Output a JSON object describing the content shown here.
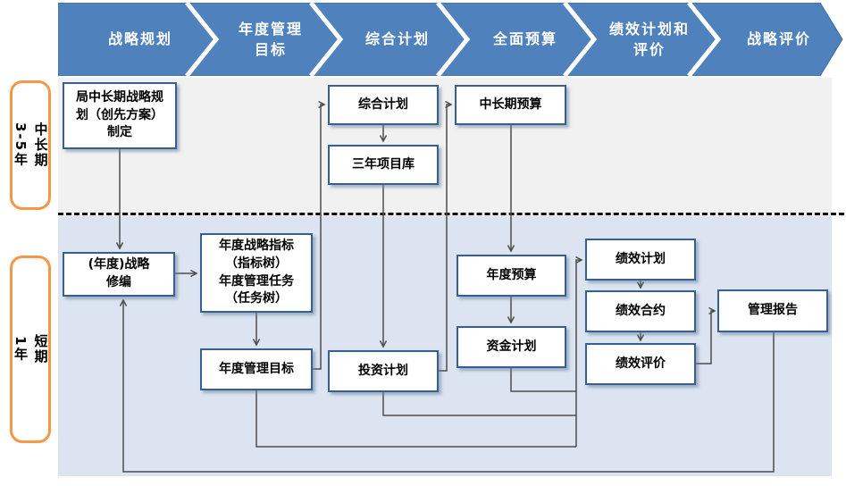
{
  "banner": {
    "stages": [
      {
        "label": "战略规划"
      },
      {
        "label": "年度管理\n目标"
      },
      {
        "label": "综合计划"
      },
      {
        "label": "全面预算"
      },
      {
        "label": "绩效计划和\n评价"
      },
      {
        "label": "战略评价"
      }
    ]
  },
  "timeline": {
    "mid_long_term": "中长期\n3-5年",
    "short_term": "短期\n1年"
  },
  "boxes": {
    "bureau_plan": "局中长期战略规\n划（创先方案）\n制定",
    "comprehensive_plan": "综合计划",
    "three_year_project_library": "三年项目库",
    "mid_long_term_budget": "中长期预算",
    "annual_strategy_revision": "(年度)战略\n修编",
    "annual_indicators_tasks": "年度战略指标\n（指标树）\n年度管理任务\n（任务树）",
    "annual_mgmt_target": "年度管理目标",
    "investment_plan": "投资计划",
    "annual_budget": "年度预算",
    "fund_plan": "资金计划",
    "performance_plan": "绩效计划",
    "performance_contract": "绩效合约",
    "performance_evaluation": "绩效评价",
    "management_report": "管理报告"
  },
  "colors": {
    "banner_blue": "#4f81bd",
    "box_border_blue": "#376092",
    "upper_region_gray": "#f1f1f1",
    "lower_region_blue": "#dbe4f0",
    "accent_orange": "#f79646",
    "connector_gray": "#4d4d4d",
    "divider_black": "#0a0a0a"
  }
}
